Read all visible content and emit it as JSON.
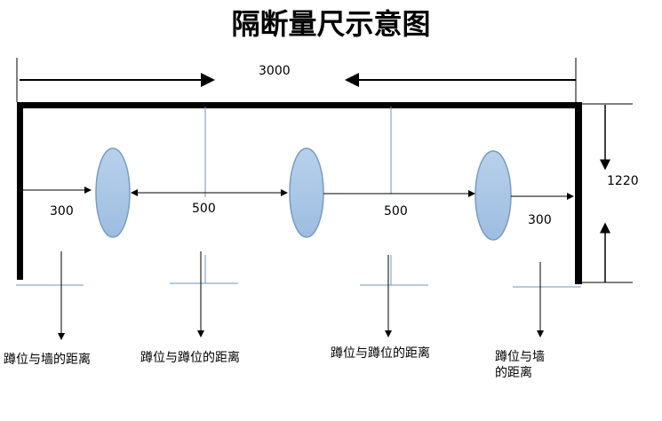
{
  "title": "隔断量尺示意图",
  "dimensions": {
    "total_width": "3000",
    "depth": "1220",
    "wall_left": "300",
    "between_1": "500",
    "between_2": "500",
    "wall_right": "300"
  },
  "labels": [
    "蹲位与墙的距离",
    "蹲位与蹲位的距离",
    "蹲位与蹲位的距离",
    "蹲位与墙\n的距离"
  ],
  "colors": {
    "ellipse_fill": "#a9c6e6",
    "ellipse_stroke": "#7a9cc4",
    "divider": "#6f95bf"
  }
}
